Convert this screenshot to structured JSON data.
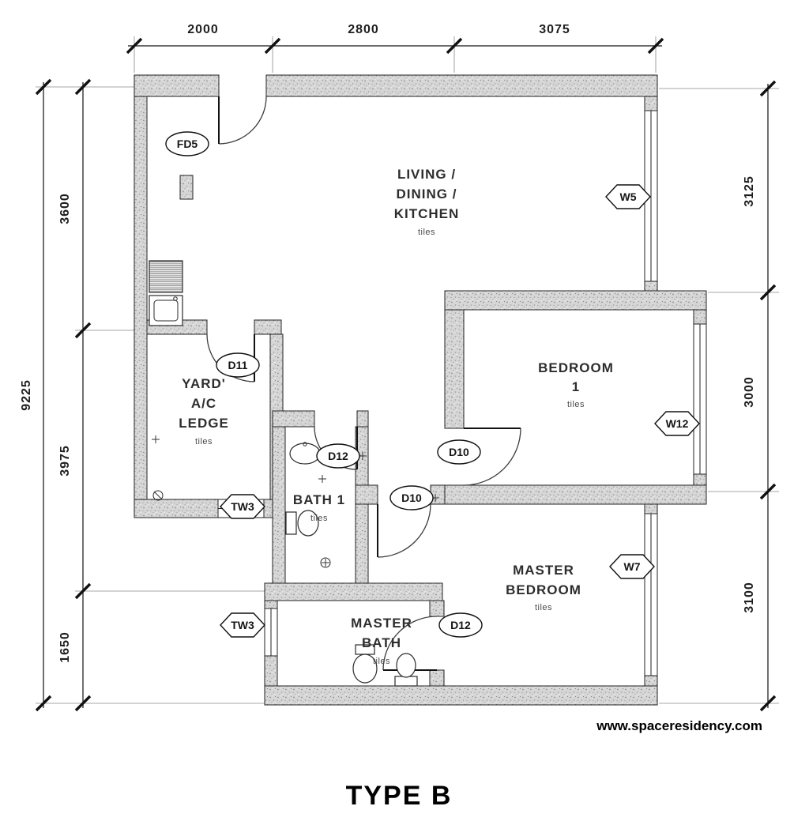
{
  "title": "TYPE B",
  "watermark": "www.spaceresidency.com",
  "dims": {
    "top": [
      "2000",
      "2800",
      "3075"
    ],
    "left_total": "9225",
    "left": [
      "3600",
      "3975",
      "1650"
    ],
    "right": [
      "3125",
      "3000",
      "3100"
    ]
  },
  "rooms": {
    "living": {
      "l1": "LIVING /",
      "l2": "DINING /",
      "l3": "KITCHEN",
      "finish": "tiles"
    },
    "bedroom1": {
      "l1": "BEDROOM",
      "l2": "1",
      "finish": "tiles"
    },
    "yard": {
      "l1": "YARD'",
      "l2": "A/C",
      "l3": "LEDGE",
      "finish": "tiles"
    },
    "bath1": {
      "l1": "BATH 1",
      "finish": "tiles"
    },
    "master_bedroom": {
      "l1": "MASTER",
      "l2": "BEDROOM",
      "finish": "tiles"
    },
    "master_bath": {
      "l1": "MASTER",
      "l2": "BATH",
      "finish": "tiles"
    }
  },
  "tags": {
    "fd5": "FD5",
    "d11": "D11",
    "d12_bath1": "D12",
    "d10_bedroom": "D10",
    "d10_hall": "D10",
    "d12_master": "D12",
    "w5": "W5",
    "w12": "W12",
    "w7": "W7",
    "tw3_yard": "TW3",
    "tw3_master": "TW3"
  },
  "colors": {
    "wall_fill": "#d6d6d6",
    "line": "#1a1a1a",
    "background": "#ffffff"
  }
}
